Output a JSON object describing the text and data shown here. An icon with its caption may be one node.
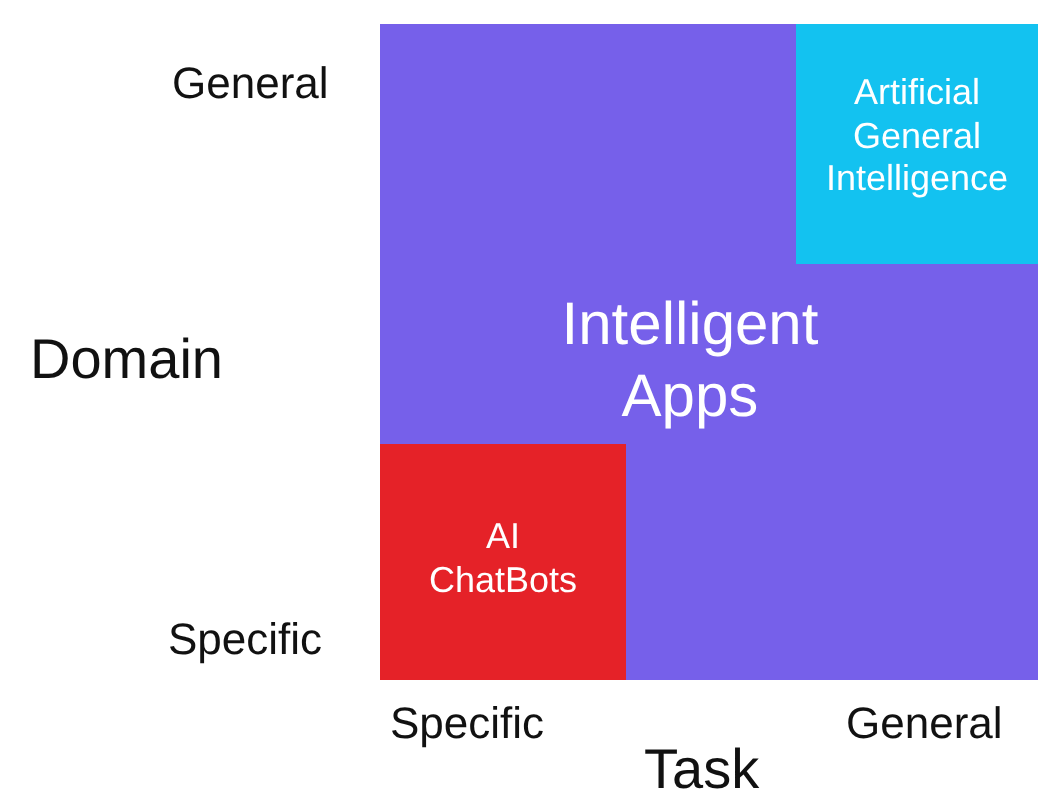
{
  "diagram": {
    "nodes": [
      {
        "text": [
          "Intelligent Apps"
        ]
      },
      {
        "text": [
          "Artificial General Intelligence"
        ],
        "in": 0
      },
      {
        "text": [
          "AI ChatBots"
        ],
        "in": 0
      }
    ],
    "labels": [
      "General",
      "Domain",
      "Specific",
      "Specific",
      "General",
      "Task"
    ]
  }
}
